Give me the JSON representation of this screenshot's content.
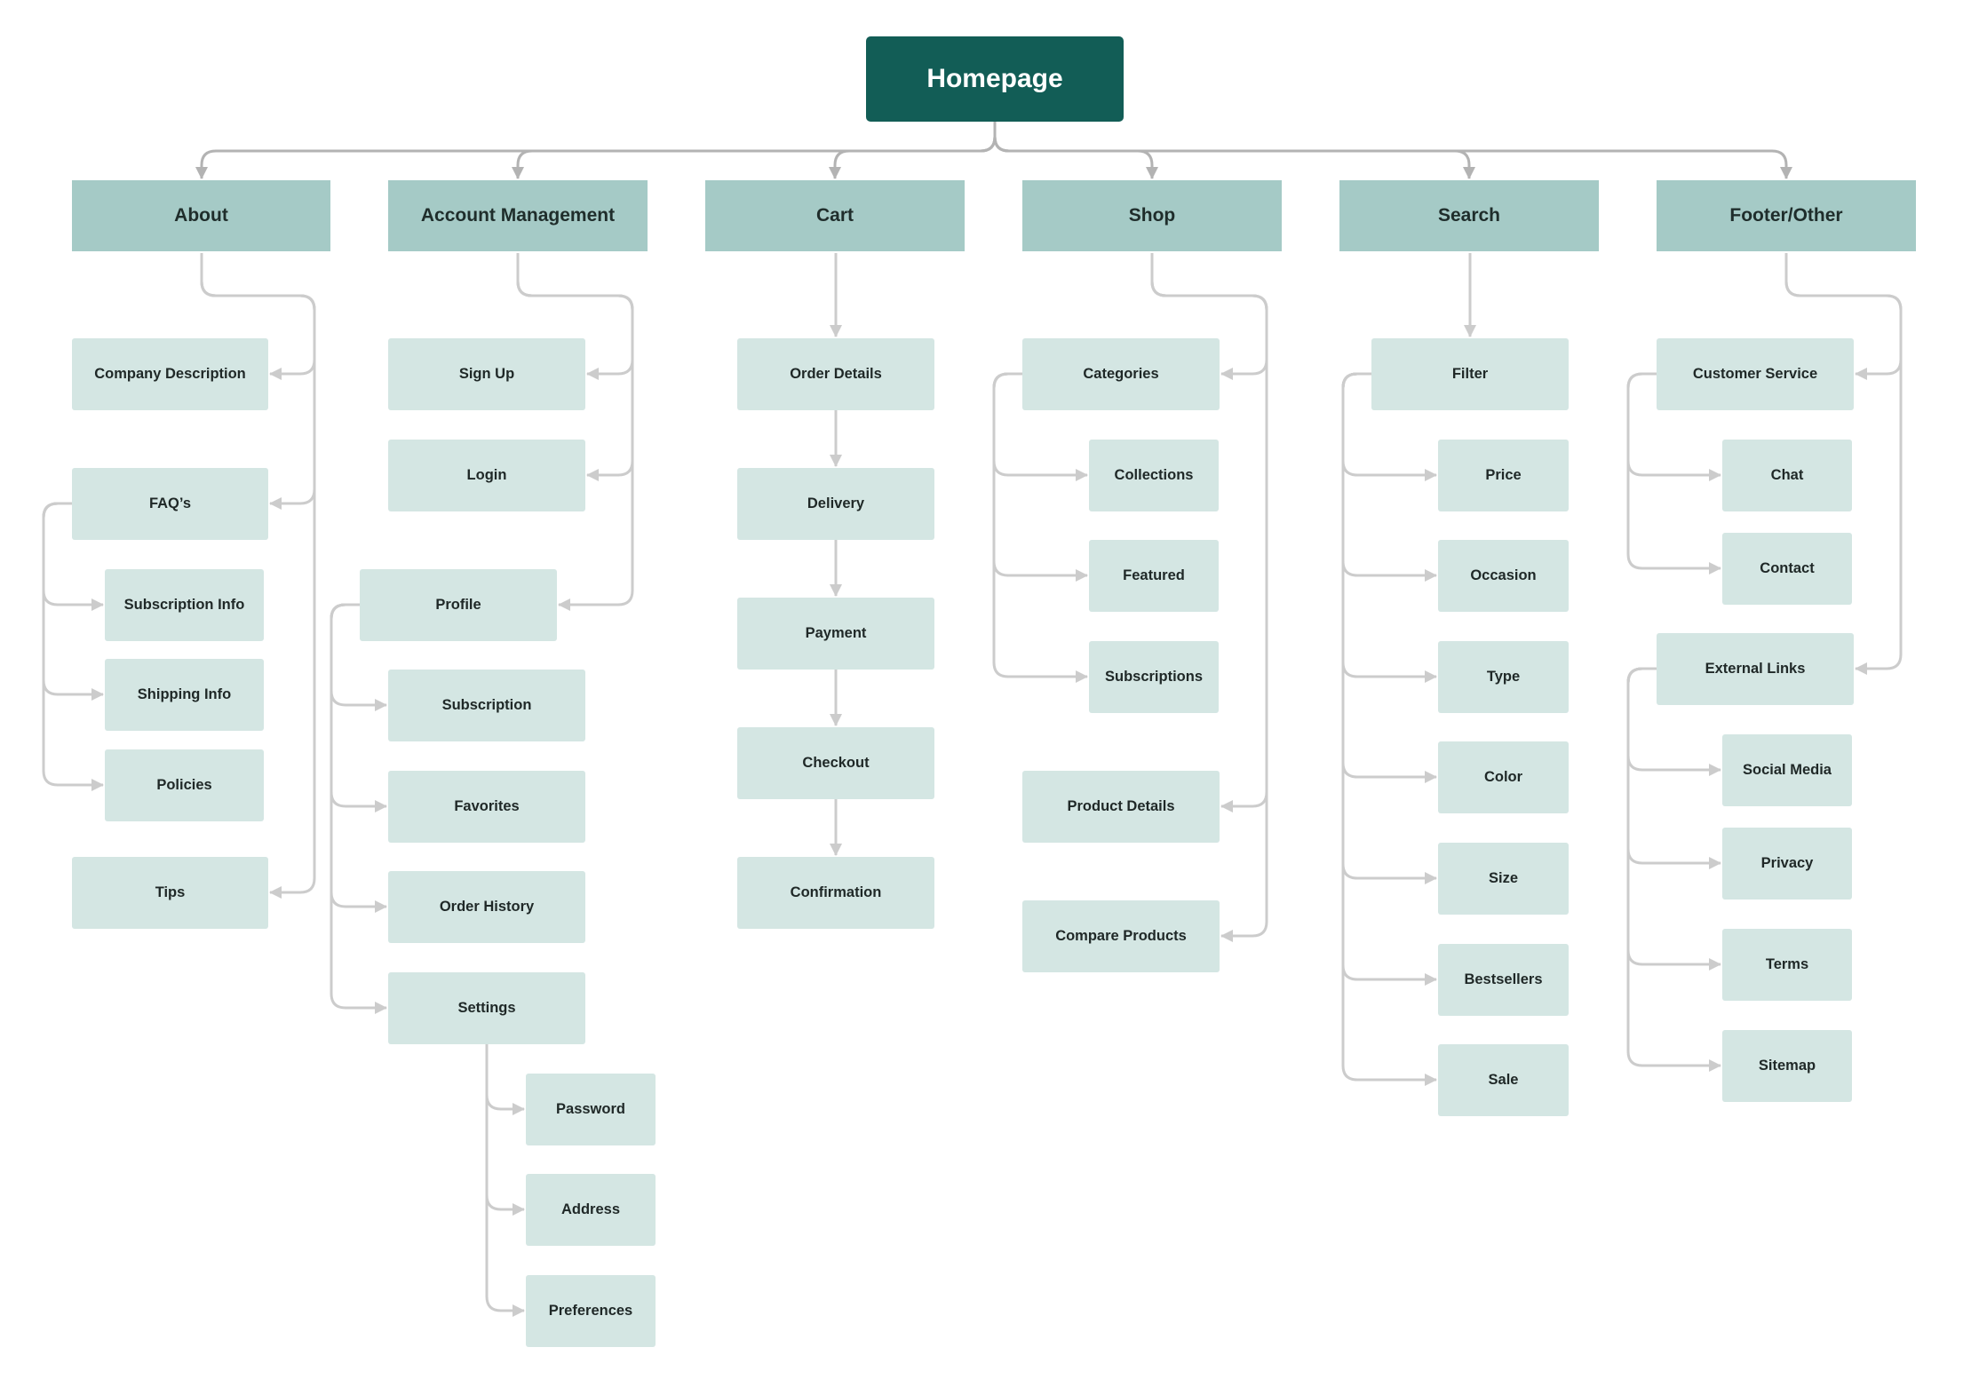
{
  "colors": {
    "root_fill": "#125d56",
    "section_fill": "#a5cac6",
    "item_fill": "#d4e6e3",
    "connector": "#cccccc",
    "root_connector": "#b3b3b3"
  },
  "root": {
    "label": "Homepage"
  },
  "sections": [
    {
      "label": "About"
    },
    {
      "label": "Account Management"
    },
    {
      "label": "Cart"
    },
    {
      "label": "Shop"
    },
    {
      "label": "Search"
    },
    {
      "label": "Footer/Other"
    }
  ],
  "about": {
    "company_description": "Company Description",
    "faqs": "FAQ’s",
    "faq_items": [
      "Subscription Info",
      "Shipping Info",
      "Policies"
    ],
    "tips": "Tips"
  },
  "account": {
    "sign_up": "Sign Up",
    "login": "Login",
    "profile": "Profile",
    "profile_items": [
      "Subscription",
      "Favorites",
      "Order History",
      "Settings"
    ],
    "settings_items": [
      "Password",
      "Address",
      "Preferences"
    ]
  },
  "cart": {
    "steps": [
      "Order Details",
      "Delivery",
      "Payment",
      "Checkout",
      "Confirmation"
    ]
  },
  "shop": {
    "categories": "Categories",
    "category_items": [
      "Collections",
      "Featured",
      "Subscriptions"
    ],
    "product_details": "Product Details",
    "compare_products": "Compare Products"
  },
  "search": {
    "filter": "Filter",
    "filter_items": [
      "Price",
      "Occasion",
      "Type",
      "Color",
      "Size",
      "Bestsellers",
      "Sale"
    ]
  },
  "footer": {
    "customer_service": "Customer Service",
    "customer_service_items": [
      "Chat",
      "Contact"
    ],
    "external_links": "External Links",
    "external_items": [
      "Social Media",
      "Privacy",
      "Terms",
      "Sitemap"
    ]
  }
}
